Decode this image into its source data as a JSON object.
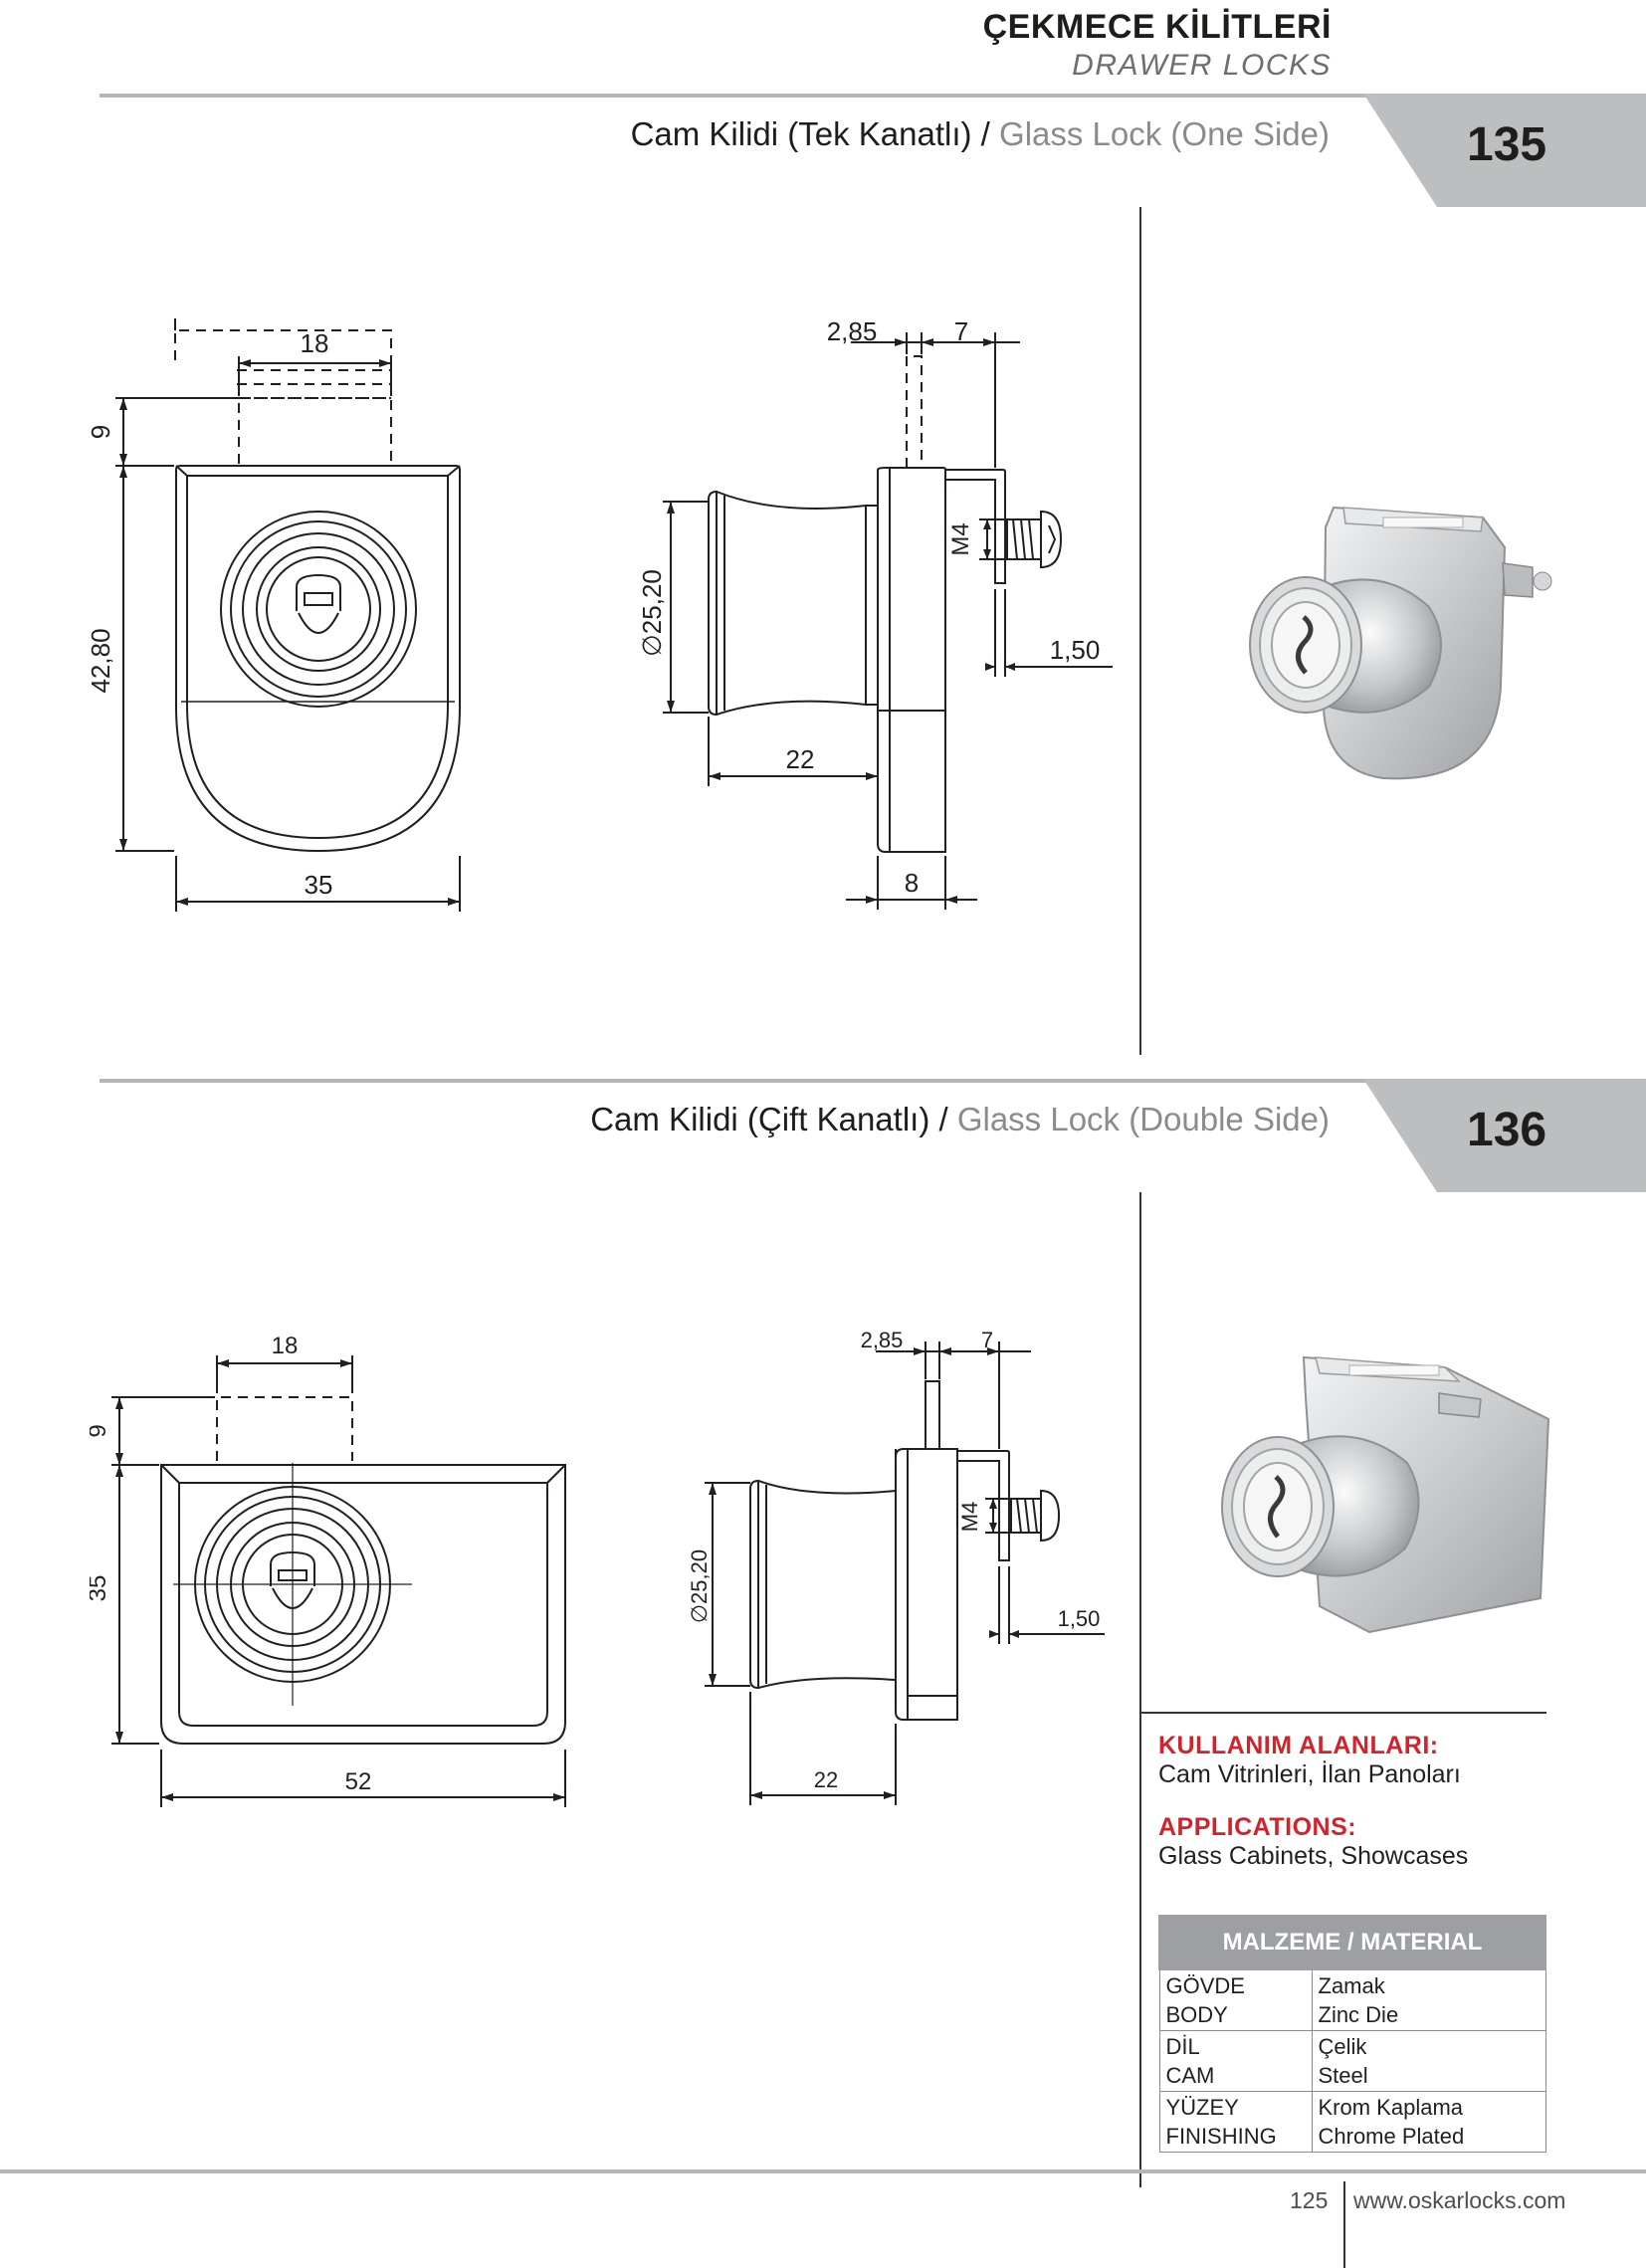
{
  "header": {
    "category_tr": "ÇEKMECE KİLİTLERİ",
    "category_en": "DRAWER LOCKS"
  },
  "products": [
    {
      "code": "135",
      "title_tr": "Cam Kilidi (Tek Kanatlı) /",
      "title_en": "Glass Lock (One Side)",
      "front_dims": {
        "top_width": "18",
        "top_height": "9",
        "body_height": "42,80",
        "body_width": "35"
      },
      "side_dims": {
        "a": "2,85",
        "b": "7",
        "diameter": "25,20",
        "thread": "M4",
        "thickness": "1,50",
        "depth": "22",
        "base": "8"
      }
    },
    {
      "code": "136",
      "title_tr": "Cam Kilidi (Çift Kanatlı) /",
      "title_en": "Glass Lock (Double Side)",
      "front_dims": {
        "top_width": "18",
        "top_height": "9",
        "body_height": "35",
        "body_width": "52"
      },
      "side_dims": {
        "a": "2,85",
        "b": "7",
        "diameter": "25,20",
        "thread": "M4",
        "thickness": "1,50",
        "depth": "22"
      }
    }
  ],
  "info": {
    "applications_tr_heading": "KULLANIM ALANLARI:",
    "applications_tr": "Cam Vitrinleri, İlan Panoları",
    "applications_en_heading": "APPLICATIONS:",
    "applications_en": "Glass Cabinets, Showcases"
  },
  "material_table": {
    "heading": "MALZEME / MATERIAL",
    "rows": [
      {
        "label_tr": "GÖVDE",
        "label_en": "BODY",
        "value_tr": "Zamak",
        "value_en": "Zinc Die"
      },
      {
        "label_tr": "DİL",
        "label_en": "CAM",
        "value_tr": "Çelik",
        "value_en": "Steel"
      },
      {
        "label_tr": "YÜZEY",
        "label_en": "FINISHING",
        "value_tr": "Krom Kaplama",
        "value_en": "Chrome Plated"
      }
    ]
  },
  "footer": {
    "page": "125",
    "website": "www.oskarlocks.com"
  },
  "colors": {
    "accent_red": "#d2232a",
    "tab_grey": "#bcbec0",
    "rule_grey": "#b5b5b5",
    "table_header": "#9d9fa2"
  }
}
